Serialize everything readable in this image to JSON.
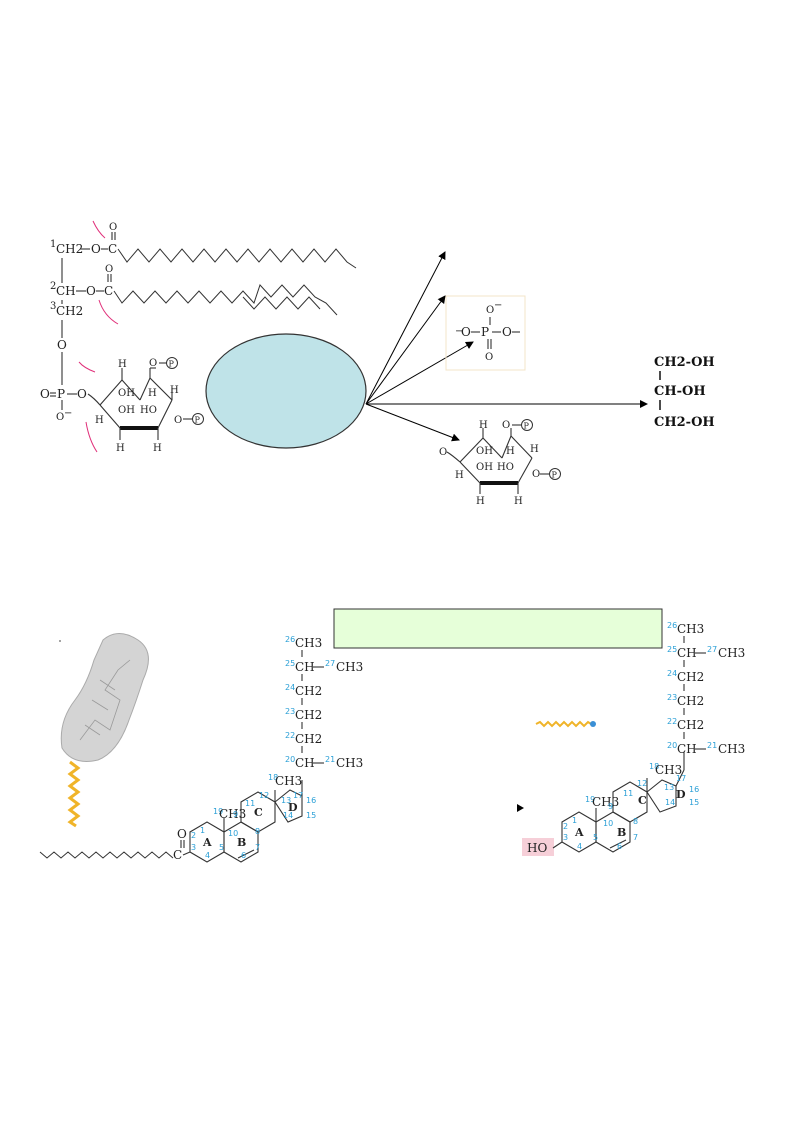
{
  "phospholipid": {
    "c1": "CH2",
    "c1_num": "1",
    "c2": "CH",
    "c2_num": "2",
    "c3": "CH2",
    "c3_num": "3",
    "o": "O",
    "p": "P",
    "o_minus": "O",
    "minus": "−",
    "h": "H",
    "oh": "OH",
    "ho": "HO",
    "phos": "P"
  },
  "products": {
    "phosphate": {
      "o": "O",
      "p": "P",
      "minus": "−"
    },
    "glycerol": {
      "row1": "CH2-OH",
      "row2": "CH-OH",
      "row3": "CH2-OH"
    },
    "inositol": {
      "o": "O",
      "h": "H",
      "oh": "OH",
      "ho": "HO",
      "phos": "P"
    }
  },
  "enzyme_ellipse": {
    "color": "#bfe3e8"
  },
  "green_box": {
    "color": "#e6ffd9"
  },
  "cholesterol_ester": {
    "carbonyl_o": "O",
    "ester_c": "C",
    "ch3": "CH3",
    "chain": {
      "c26": "CH3",
      "c25": "CH",
      "c27": "CH3",
      "c24": "CH2",
      "c23": "CH2",
      "c22": "CH2",
      "c20": "CH",
      "c21": "CH3"
    },
    "nums": {
      "n26": "26",
      "n25": "25",
      "n27": "27",
      "n24": "24",
      "n23": "23",
      "n22": "22",
      "n20": "20",
      "n21": "21",
      "n18": "18",
      "n19": "19"
    },
    "rings": {
      "a": "A",
      "b": "B",
      "c": "C",
      "d": "D"
    }
  },
  "cholesterol": {
    "ho": "HO",
    "ch3": "CH3",
    "chain": {
      "c26": "CH3",
      "c25": "CH",
      "c27": "CH3",
      "c24": "CH2",
      "c23": "CH2",
      "c22": "CH2",
      "c20": "CH",
      "c21": "CH3"
    },
    "rings": {
      "a": "A",
      "b": "B",
      "c": "C",
      "d": "D"
    },
    "ho_highlight": "#f6cfd8"
  }
}
